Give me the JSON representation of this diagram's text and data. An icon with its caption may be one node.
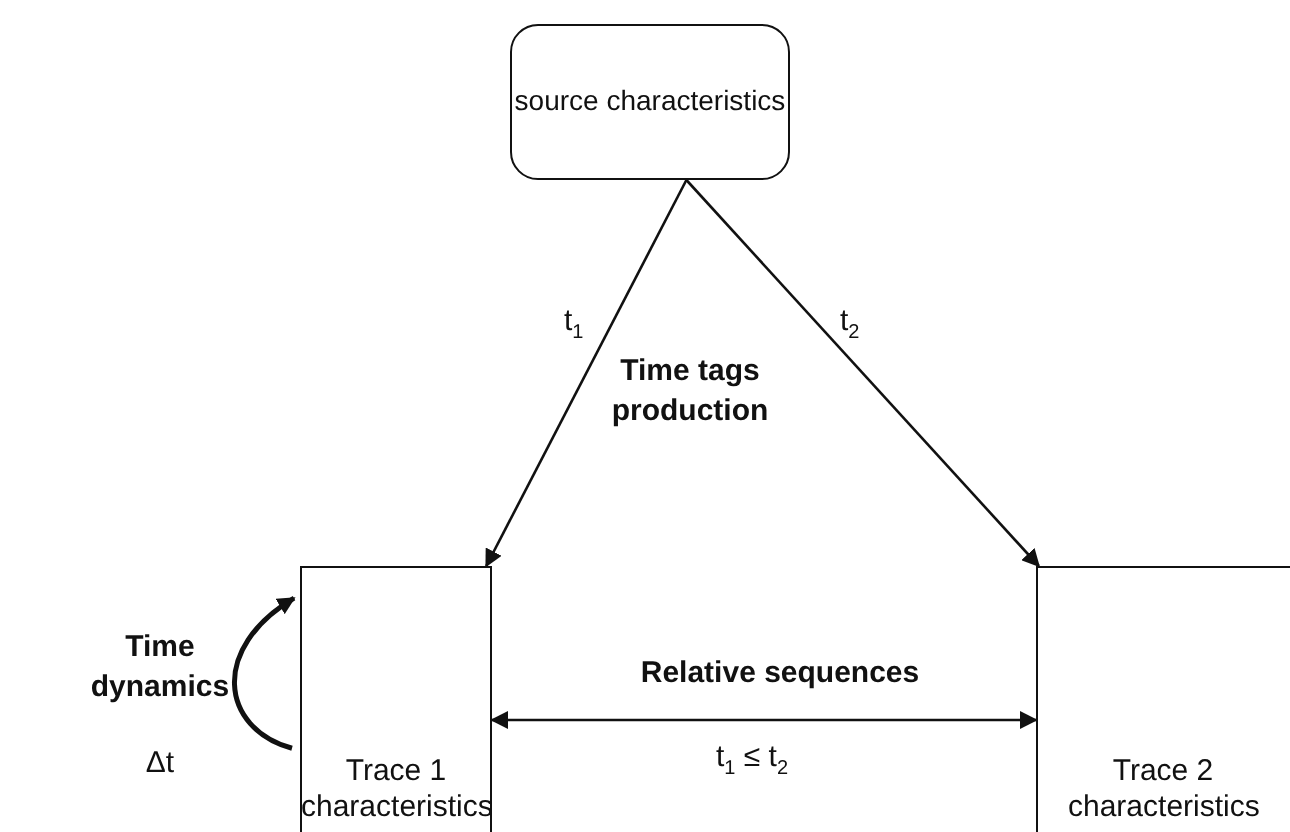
{
  "diagram": {
    "nodes": [
      {
        "text": [
          "source characteristics"
        ]
      },
      {
        "text": [
          "Trace 1 characteristics"
        ]
      },
      {
        "text": [
          "Trace 2 characteristics"
        ]
      }
    ],
    "edges": [
      {
        "from": 0,
        "to": 1,
        "arrow": "to",
        "label": "t$_{1}$"
      },
      {
        "from": 0,
        "to": 2,
        "arrow": "to",
        "label": "t$_{2}$"
      },
      {
        "from": 1,
        "to": 2,
        "arrow": "both",
        "label": "t$_{1}$ ≤ t$_{2}$"
      },
      {
        "from": 1,
        "to": 1,
        "arrow": "to"
      }
    ],
    "labels": [
      "Time tags production",
      "Relative sequences",
      "Time dynamics",
      "Δt"
    ]
  }
}
